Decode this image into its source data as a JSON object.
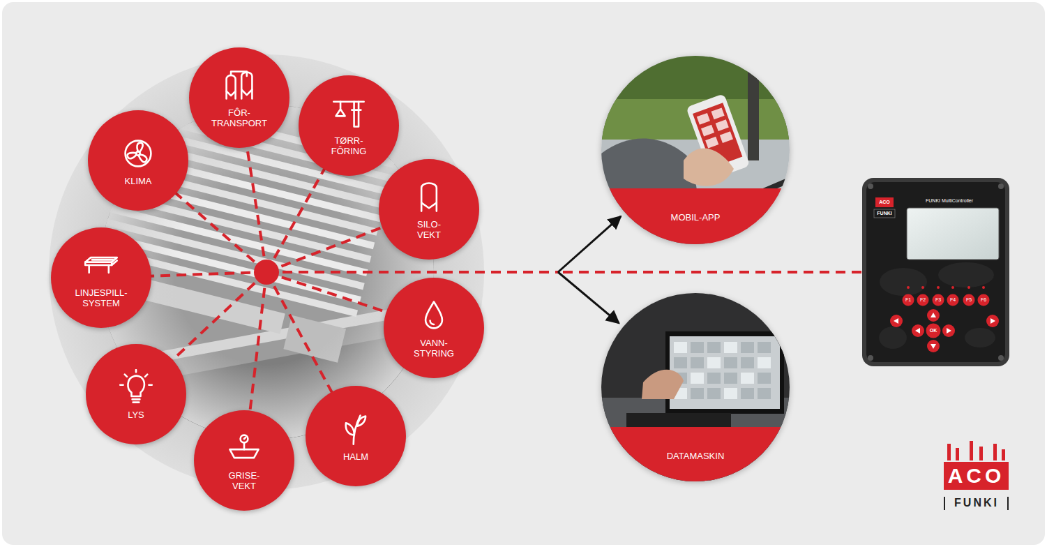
{
  "diagram": {
    "nodes": [
      {
        "text": [
          "KLIMA"
        ]
      },
      {
        "text": [
          "FÔR- TRANSPORT"
        ]
      },
      {
        "text": [
          "TØRR- FÔRING"
        ]
      },
      {
        "text": [
          "SILO- VEKT"
        ]
      },
      {
        "text": [
          "VANN- STYRING"
        ]
      },
      {
        "text": [
          "HALM"
        ]
      },
      {
        "text": [
          "GRISE- VEKT"
        ]
      },
      {
        "text": [
          "LYS"
        ]
      },
      {
        "text": [
          "LINJESPILL- SYSTEM"
        ]
      },
      {
        "text": [
          "MOBIL-APP"
        ]
      },
      {
        "text": [
          "DATAMASKIN"
        ]
      },
      {
        "text": [
          "ACO",
          "FUNKI",
          "FUNKI MultiController",
          "F1",
          "F2",
          "F3",
          "F4",
          "F5",
          "F6",
          "OK"
        ]
      }
    ],
    "edges": [
      {
        "from": 11,
        "to": 9,
        "arrow": "to"
      },
      {
        "from": 11,
        "to": 10,
        "arrow": "to"
      }
    ],
    "labels": [
      "ACO",
      "FUNKI"
    ]
  }
}
